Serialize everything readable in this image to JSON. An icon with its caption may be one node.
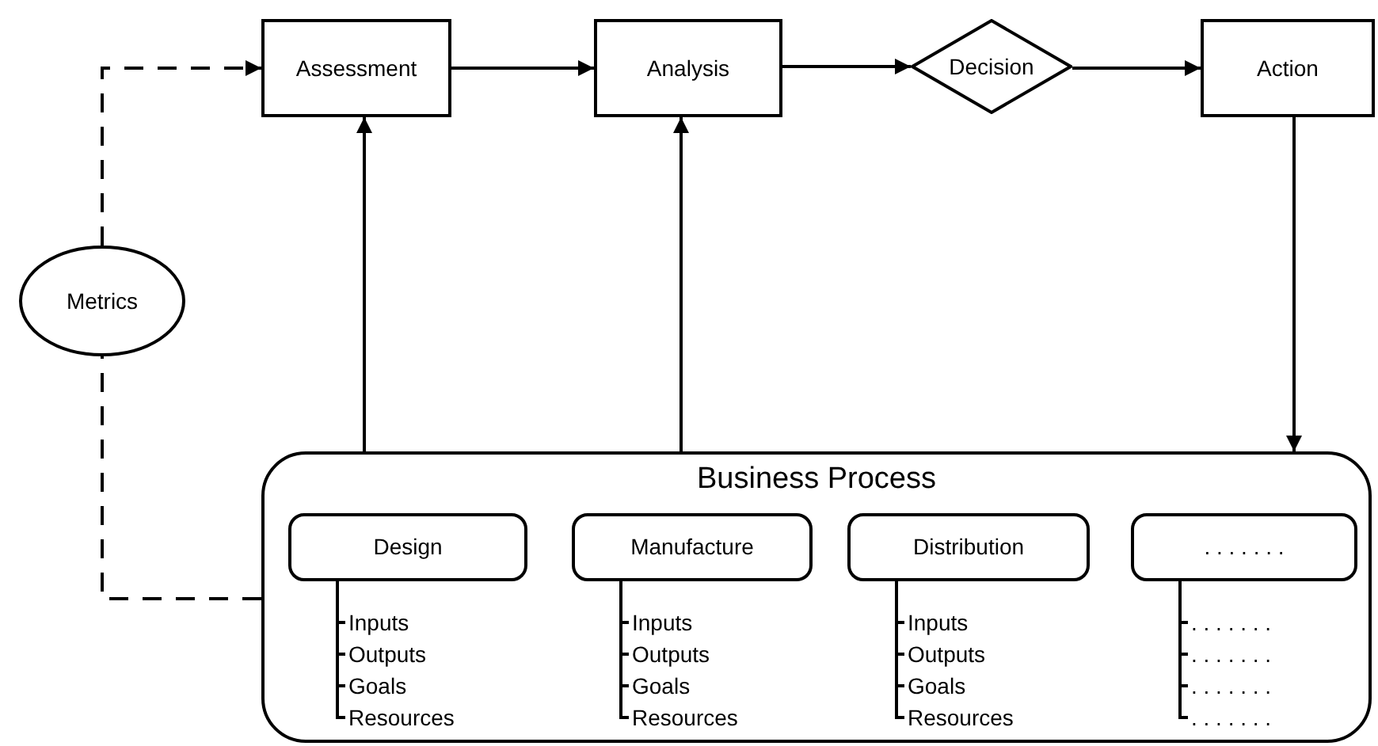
{
  "diagram": {
    "nodes": [
      {
        "text": [
          "Assessment"
        ]
      },
      {
        "text": [
          "Analysis"
        ]
      },
      {
        "text": [
          "Decision"
        ]
      },
      {
        "text": [
          "Action"
        ]
      },
      {
        "text": [
          "Metrics"
        ]
      },
      {
        "text": [
          "Business Process"
        ]
      },
      {
        "text": [
          "Design"
        ],
        "in": 5,
        "beside": [
          "Inputs",
          "Outputs",
          "Goals",
          "Resources"
        ]
      },
      {
        "text": [
          "Manufacture"
        ],
        "in": 5,
        "beside": [
          "Inputs",
          "Outputs",
          "Goals",
          "Resources"
        ]
      },
      {
        "text": [
          "Distribution"
        ],
        "in": 5,
        "beside": [
          "Inputs",
          "Outputs",
          "Goals",
          "Resources"
        ]
      },
      {
        "text": [
          ". . . . . . ."
        ],
        "in": 5,
        "beside": [
          ". . . . . . .",
          ". . . . . . .",
          ". . . . . . .",
          ". . . . . . ."
        ]
      }
    ],
    "edges": [
      {
        "from": 0,
        "to": 1,
        "arrow": "to"
      },
      {
        "from": 1,
        "to": 2,
        "arrow": "to"
      },
      {
        "from": 2,
        "to": 3,
        "arrow": "to"
      },
      {
        "from": 3,
        "to": 5,
        "arrow": "to"
      },
      {
        "from": 5,
        "to": 0,
        "arrow": "to"
      },
      {
        "from": 5,
        "to": 1,
        "arrow": "to"
      },
      {
        "from": 5,
        "to": 4,
        "arrow": "none",
        "style": "dashed"
      },
      {
        "from": 4,
        "to": 0,
        "arrow": "to",
        "style": "dashed"
      }
    ]
  }
}
